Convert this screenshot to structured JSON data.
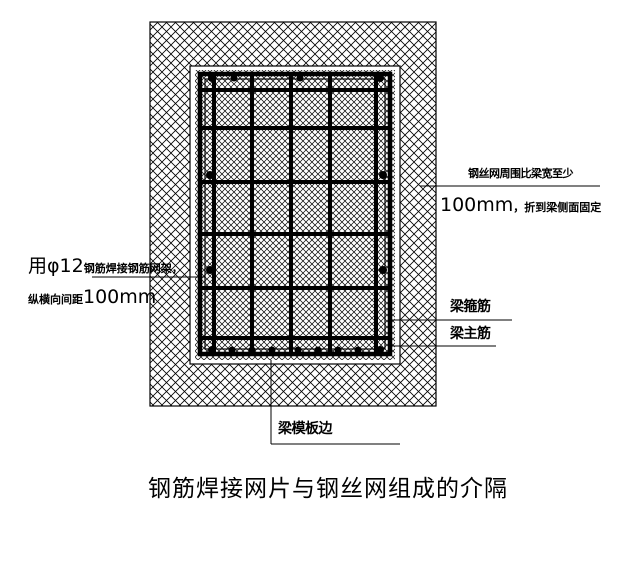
{
  "figure": {
    "caption": "钢筋焊接网片与钢丝网组成的介隔",
    "annotations": {
      "mesh_wrap_line1": "钢丝网周围比梁宽至少",
      "mesh_wrap_line2_value": "100mm",
      "mesh_wrap_line2_text": "，折到梁侧面固定",
      "left_line1_prefix": "用φ12",
      "left_line1_text": "钢筋焊接钢筋网架，",
      "left_line2_text": "纵横向间距",
      "left_line2_value": "100mm",
      "stirrup": "梁箍筋",
      "main_bar": "梁主筋",
      "formwork_edge": "梁模板边"
    }
  },
  "colors": {
    "line": "#000000",
    "background": "#ffffff"
  }
}
